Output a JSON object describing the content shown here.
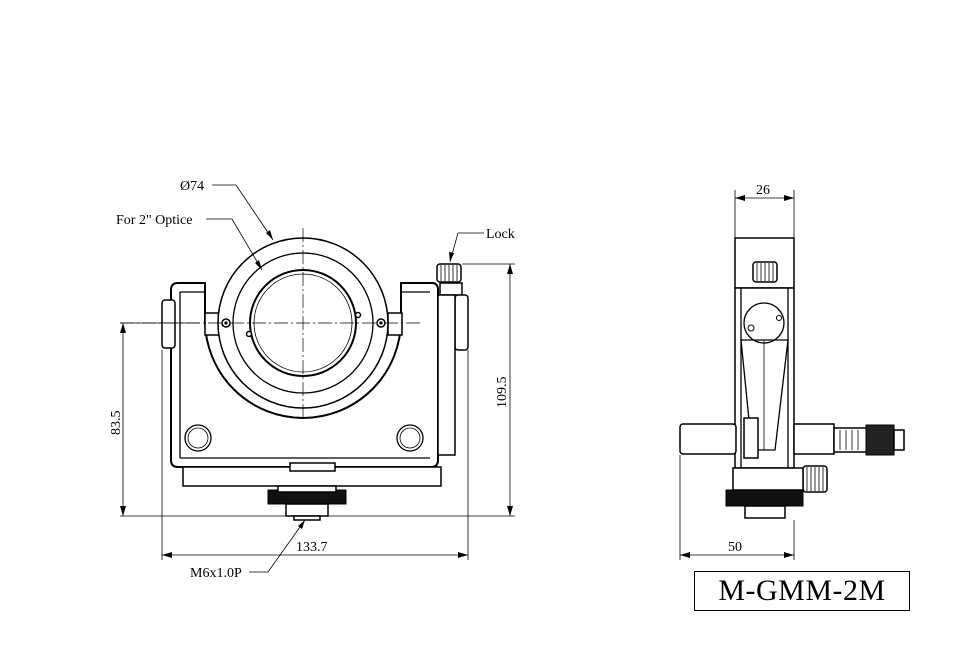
{
  "labels": {
    "diameter": "Ø74",
    "optic": "For 2\" Optice",
    "lock": "Lock",
    "thread": "M6x1.0P"
  },
  "dimensions": {
    "height_axis": "83.5",
    "height_top": "109.5",
    "width_front": "133.7",
    "width_side_top": "26",
    "width_side_bottom": "50"
  },
  "model": "M-GMM-2M"
}
